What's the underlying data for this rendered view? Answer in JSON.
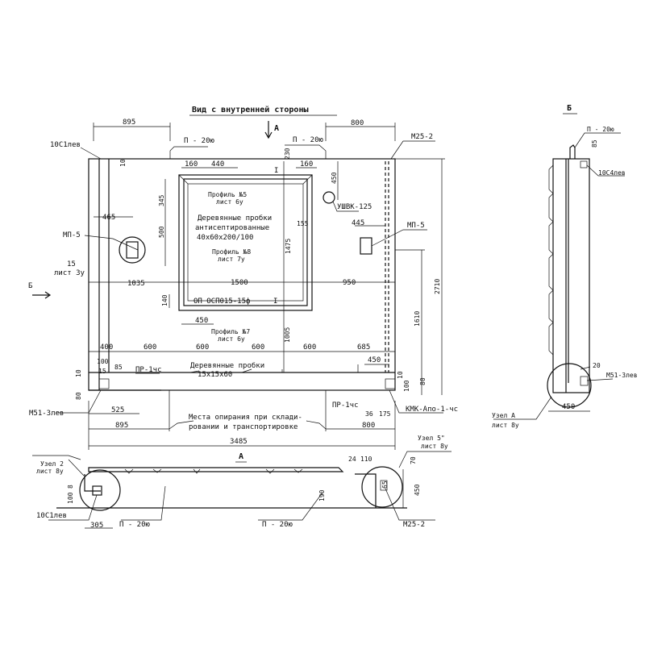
{
  "title": "Вид с внутренней стороны",
  "section_marks": {
    "a_top": "А",
    "a_bottom": "А",
    "b_left": "Б",
    "b_right": "Б"
  },
  "front_view": {
    "dims": {
      "top_left": "895",
      "top_right": "800",
      "d10_top": "10",
      "d230": "230",
      "d160_left": "160",
      "d440": "440",
      "d160_right": "160",
      "d450_right": "450",
      "d345": "345",
      "d500": "500",
      "d1475": "1475",
      "d155": "155",
      "d465": "465",
      "d445": "445",
      "d1035": "1035",
      "d1500": "1500",
      "d950": "950",
      "d2710": "2710",
      "d1610": "1610",
      "d140": "140",
      "d450_bottom": "450",
      "d1005": "1005",
      "row": [
        "400",
        "600",
        "600",
        "600",
        "600",
        "685"
      ],
      "d100": "100",
      "d15": "15",
      "d85": "85",
      "d10_left": "10",
      "d80_left": "80",
      "d450_lower": "450",
      "d100_right": "100",
      "d10_right": "10",
      "d80_right": "80",
      "d525": "525",
      "d895_bottom": "895",
      "d800_bottom": "800",
      "d36": "36",
      "d175": "175",
      "d3485": "3485"
    },
    "labels": {
      "p20_left": "П - 20ю",
      "p20_right": "П - 20ю",
      "m25": "М25-2",
      "ushvk": "УШВК-125",
      "mp5_left": "МП-5",
      "mp5_right": "МП-5",
      "sheet_left_1": "15",
      "sheet_left_2": "лист 3у",
      "profile5_1": "Профиль №5",
      "profile5_2": "лист 6у",
      "wood_plugs_1": "Деревянные пробки",
      "wood_plugs_2": "антисептированные",
      "wood_plugs_3": "40х60х200/100",
      "profile8_1": "Профиль №8",
      "profile8_2": "лист 7у",
      "window": "ОП ОСП015-15ф",
      "profile7_1": "Профиль №7",
      "profile7_2": "лист 6у",
      "pr_left": "ПР-1чс",
      "pr_right": "ПР-1чс",
      "wood_small_1": "Деревянные пробки",
      "wood_small_2": "15х15х60",
      "m51": "М51-3лев",
      "kmk": "КМК-Апо-1-чс",
      "support_1": "Места опирания при склади-",
      "support_2": "ровании и транспортировке",
      "section_mark_1": "I",
      "section_mark_2": "I",
      "c10_left": "10С1лев"
    }
  },
  "section_a": {
    "node2_1": "Узел 2",
    "node2_2": "лист 8у",
    "node5_1": "Узел 5\"",
    "node5_2": "лист 8у",
    "d24": "24",
    "d110": "110",
    "d70": "70",
    "d65": "65",
    "d450": "450",
    "d100": "100",
    "d8": "8",
    "d190": "190",
    "d305": "305",
    "c10": "10С1лев",
    "p20_left": "П - 20ю",
    "p20_right": "П - 20ю",
    "m25": "М25-2"
  },
  "side_view_b": {
    "p20": "П - 20ю",
    "d85": "85",
    "c10": "10С4лев",
    "d20": "20",
    "m51": "М51-3лев",
    "nodeA_1": "Узел А",
    "nodeA_2": "лист 8у",
    "d450": "450"
  }
}
